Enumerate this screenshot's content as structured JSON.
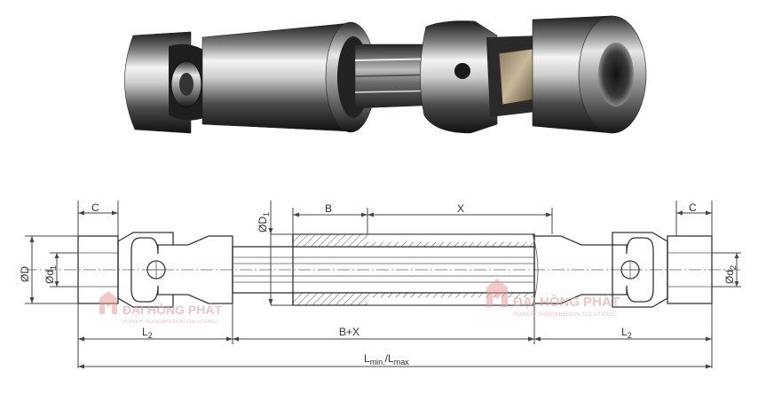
{
  "labels": {
    "c_left": "C",
    "c_right": "C",
    "b": "B",
    "x": "X",
    "d_outer": "ØD",
    "d1_left": "Ød",
    "d1_left_sub": "1",
    "d1_top": "ØD",
    "d1_top_sub": "1",
    "d2_right": "Ød",
    "d2_right_sub": "2",
    "l2_left": "L",
    "l2_left_sub": "2",
    "l2_right": "L",
    "l2_right_sub": "2",
    "bx": "B+X",
    "l_min": "L",
    "l_min_sub": "min.",
    "l_sep": "/L",
    "l_max_sub": "max"
  },
  "watermark": {
    "brand": "ĐẠI HỒNG PHÁT",
    "tagline": "POWER TRANSMISSION SOLUTIONS"
  },
  "colors": {
    "line": "#333333",
    "watermark": "#e89a9a",
    "metal_dark": "#1a1a1a",
    "metal_light": "#f2f2f2"
  }
}
